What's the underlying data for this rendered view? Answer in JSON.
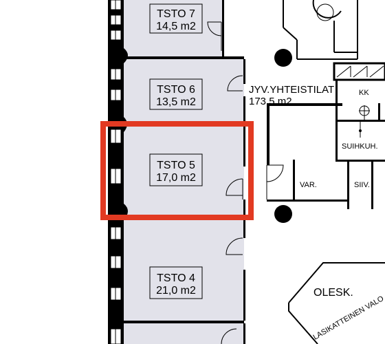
{
  "rooms": [
    {
      "name": "TSTO 7",
      "area": "14,5 m2"
    },
    {
      "name": "TSTO 6",
      "area": "13,5 m2"
    },
    {
      "name": "TSTO 5",
      "area": "17,0 m2"
    },
    {
      "name": "TSTO 4",
      "area": "21,0 m2"
    }
  ],
  "common": {
    "name": "JYV.YHTEISTILAT",
    "area": "173,5 m2"
  },
  "spaces": {
    "kk": "KK",
    "suihkuh": "SUIHKUH.",
    "var": "VAR.",
    "siiv": "SIIV.",
    "olesk": "OLESK.",
    "lasikatteinen": "LASIKATTEINEN VALO"
  },
  "highlight": {
    "room": "TSTO 5",
    "color": "#e23a22"
  },
  "colors": {
    "room_fill": "#e2e2ea",
    "wall": "#000000"
  }
}
